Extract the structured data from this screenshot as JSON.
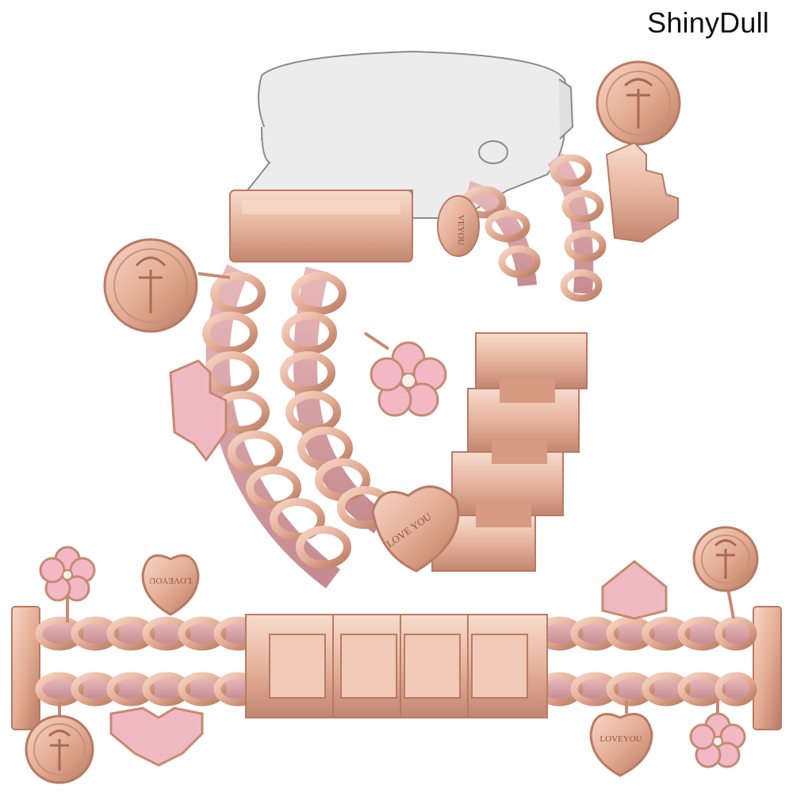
{
  "brand": {
    "text": "ShinyDull"
  },
  "charms": {
    "engraving_curved": "LOVE YOU",
    "engraving_top": "LOVEYOU",
    "engraving_bottom": "LOVEYOU",
    "engraving_side": "VEYOU"
  },
  "palette": {
    "rose_gold": "#e9b9a4",
    "rose_gold_dark": "#b97a63",
    "leather_pink": "#d9a3a8",
    "enamel_pink": "#f2b8c6",
    "watch_outline": "#8a8a8a",
    "watch_fill": "#e6e6e6"
  }
}
